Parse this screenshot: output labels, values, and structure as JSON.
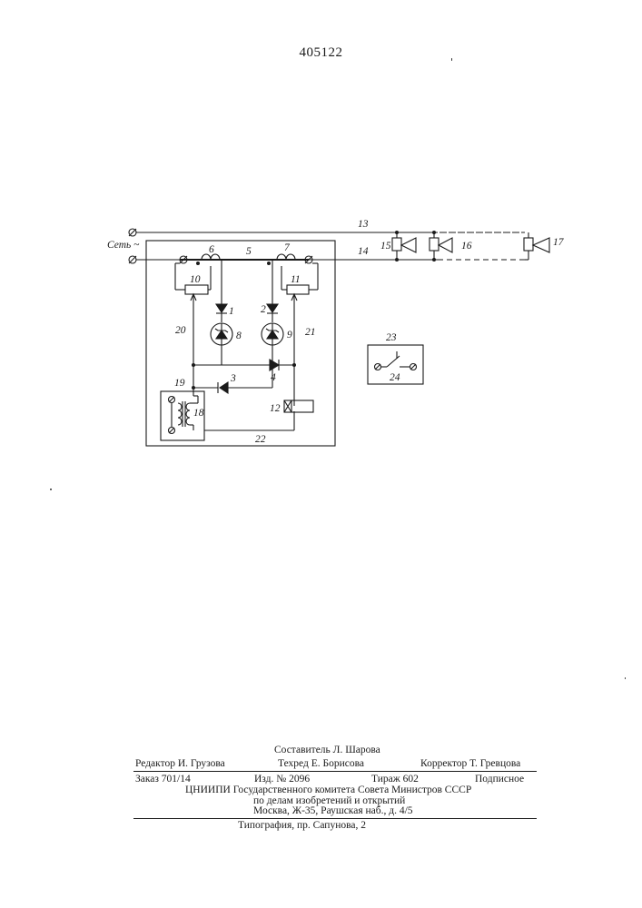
{
  "header": {
    "patent_number": "405122"
  },
  "diagram": {
    "supply_label": "Сеть ~",
    "labels": {
      "n1": "1",
      "n2": "2",
      "n3": "3",
      "n4": "4",
      "n5": "5",
      "n6": "6",
      "n7": "7",
      "n8": "8",
      "n9": "9",
      "n10": "10",
      "n11": "11",
      "n12": "12",
      "n13": "13",
      "n14": "14",
      "n15": "15",
      "n16": "16",
      "n17": "17",
      "n18": "18",
      "n19": "19",
      "n20": "20",
      "n21": "21",
      "n22": "22",
      "n23": "23",
      "n24": "24"
    }
  },
  "imprint": {
    "compiler": "Составитель Л. Шарова",
    "editor": "Редактор И. Грузова",
    "techeditor": "Техред Е. Борисова",
    "corrector": "Корректор Т. Гревцова",
    "order": "Заказ 701/14",
    "edition": "Изд. № 2096",
    "print_run": "Тираж 602",
    "subscription": "Подписное",
    "institute_line1": "ЦНИИПИ Государственного комитета Совета Министров СССР",
    "institute_line2": "по делам изобретений и открытий",
    "address": "Москва, Ж-35, Раушская наб., д. 4/5",
    "printer": "Типография, пр. Сапунова, 2"
  }
}
